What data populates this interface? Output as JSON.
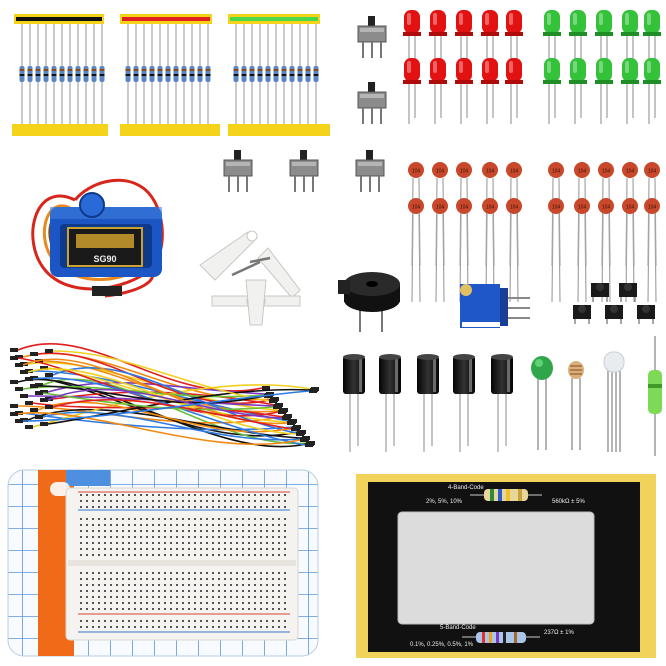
{
  "servo": {
    "label": "SG90"
  },
  "capacitors": {
    "value_code": "104"
  },
  "color_code_card": {
    "band4_title": "4-Band-Code",
    "band4_tolerances": "2%, 5%, 10%",
    "band4_value": "560kΩ ± 5%",
    "band5_title": "5-Band-Code",
    "band5_tolerances": "0.1%, 0.25%, 0.5%, 1%",
    "band5_value": "237Ω ± 1%"
  },
  "colors": {
    "resistor_strip_1_band": "#111111",
    "resistor_strip_2_band": "#e02020",
    "resistor_strip_3_band": "#49d84a",
    "tape": "#f4d31a",
    "red_led": "#e21212",
    "green_led": "#34c23a",
    "servo_body": "#1c55c4",
    "card_background": "#111111",
    "card_border": "#f1d25a",
    "potentiometer": "#1f56c8",
    "breadboard_backing": "#f06a18"
  }
}
